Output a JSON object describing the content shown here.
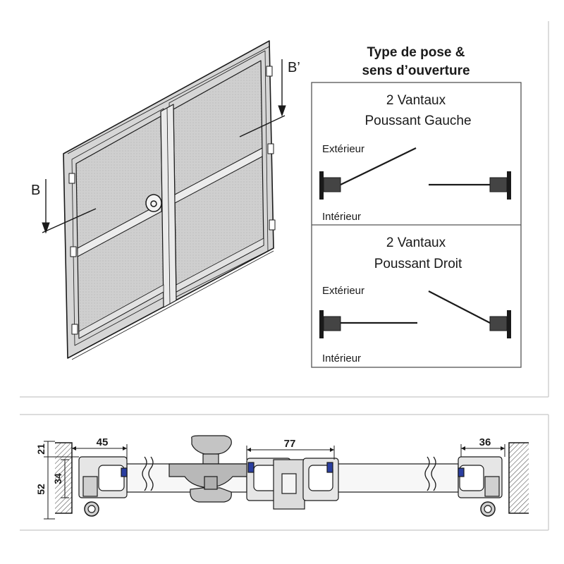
{
  "labels": {
    "b": "B",
    "b_prime": "B’"
  },
  "panel": {
    "title_line1": "Type de pose &",
    "title_line2": "sens d’ouverture",
    "options": [
      {
        "line1": "2 Vantaux",
        "line2": "Poussant Gauche",
        "exterior": "Extérieur",
        "interior": "Intérieur"
      },
      {
        "line1": "2 Vantaux",
        "line2": "Poussant Droit",
        "exterior": "Extérieur",
        "interior": "Intérieur"
      }
    ]
  },
  "section": {
    "dims": {
      "left_width": "45",
      "center_width": "77",
      "right_width": "36",
      "top_offset": "21",
      "inner_height": "34",
      "total_height": "52"
    }
  },
  "colors": {
    "line": "#1a1a1a",
    "frame_border": "#cccccc",
    "glass": "#c9c9c9",
    "profile_fill": "#e6e6e6",
    "hatch": "#888888",
    "accent_blue": "#2a3ea0"
  }
}
